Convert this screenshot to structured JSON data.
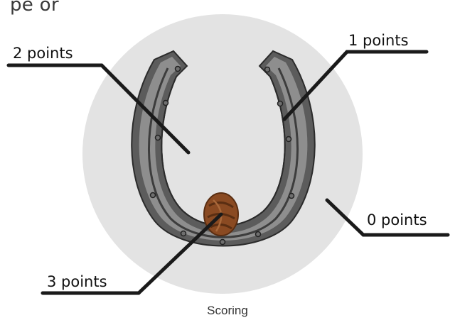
{
  "cutoff_text": "pe or",
  "caption": "Scoring",
  "labels": {
    "two_points": "2 points",
    "one_points": "1 points",
    "zero_points": "0 points",
    "three_points": "3 points"
  },
  "colors": {
    "target_circle": "#e3e3e3",
    "shoe_outer": "#5c5c5c",
    "shoe_mid": "#8e8e8e",
    "shoe_groove": "#3d3d3d",
    "shoe_dark": "#2b2b2b",
    "knot": "#8a4a22",
    "leader_line": "#1a1a1a"
  }
}
